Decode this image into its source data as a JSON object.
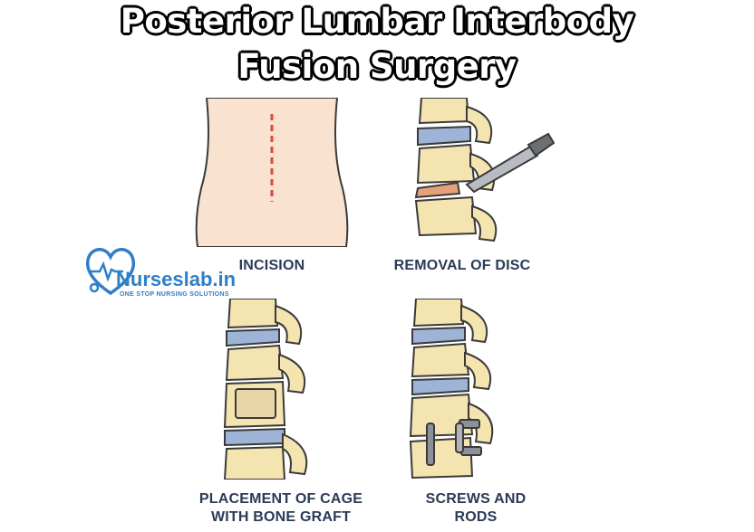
{
  "title": {
    "line1": "Posterior Lumbar Interbody",
    "line2": "Fusion Surgery"
  },
  "panels": [
    {
      "caption_lines": [
        "INCISION"
      ]
    },
    {
      "caption_lines": [
        "REMOVAL OF DISC"
      ]
    },
    {
      "caption_lines": [
        "PLACEMENT OF CAGE",
        "WITH BONE GRAFT"
      ]
    },
    {
      "caption_lines": [
        "SCREWS AND",
        "RODS"
      ]
    }
  ],
  "watermark": {
    "name": "Nurseslab.in",
    "tagline": "ONE STOP NURSING SOLUTIONS"
  },
  "colors": {
    "bone": "#f4e4b0",
    "disc": "#9db4d6",
    "incision": "#d84a3a",
    "skin": "#f9e3d0",
    "brand": "#2f7fc8",
    "caption": "#2b3a55"
  }
}
